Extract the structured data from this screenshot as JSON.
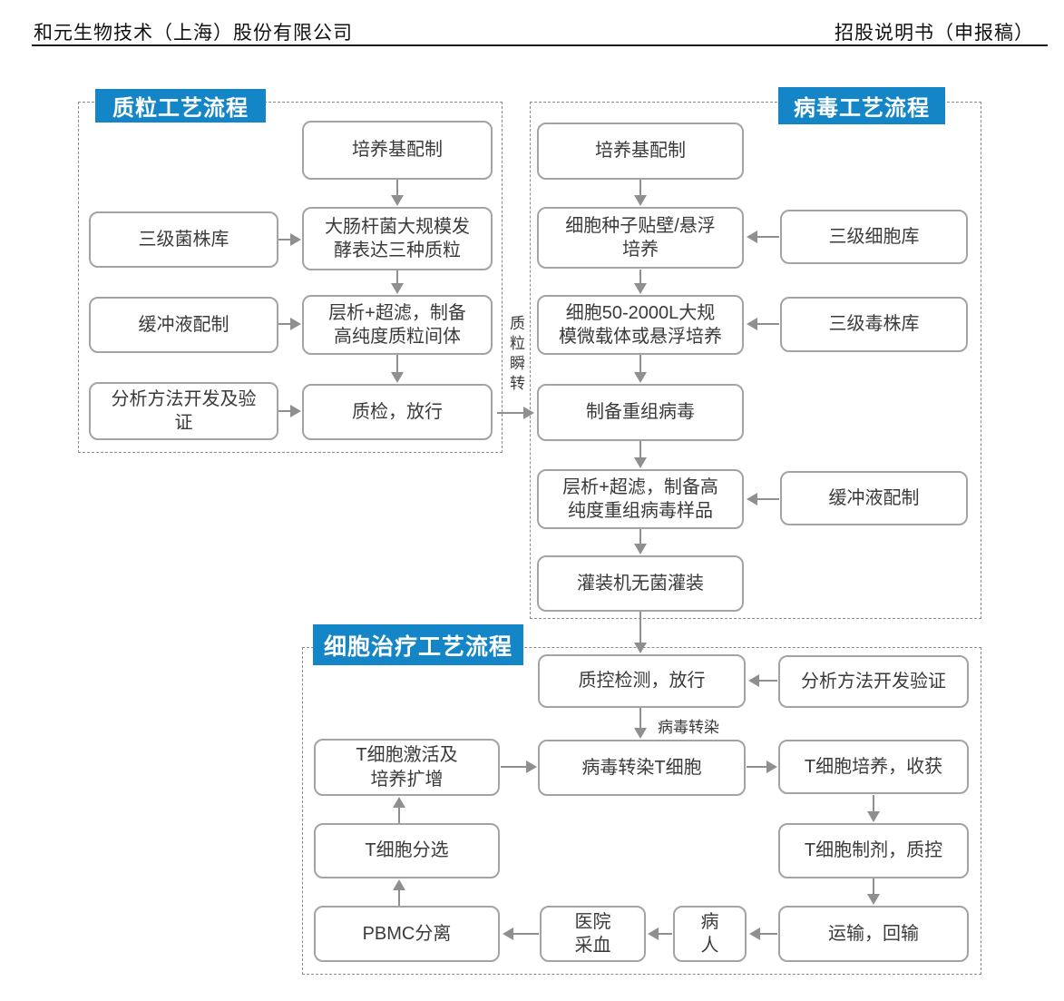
{
  "header": {
    "company": "和元生物技术（上海）股份有限公司",
    "doc_type": "招股说明书（申报稿）"
  },
  "colors": {
    "badge_blue": "#1485c6",
    "box_border": "#a3a3a3",
    "arrow_gray": "#8f8f8f",
    "dashed_border": "#8a8a8a",
    "text": "#3a3a3a"
  },
  "sections": {
    "plasmid": {
      "title": "质粒工艺流程",
      "nodes": {
        "medium_prep": "培养基配制",
        "strain_bank": "三级菌株库",
        "ecoli_ferment": "大肠杆菌大规模发\n酵表达三种质粒",
        "buffer_prep": "缓冲液配制",
        "chrom_uf": "层析+超滤，制备\n高纯度质粒间体",
        "method_validation": "分析方法开发及验\n证",
        "qc_release": "质检，放行"
      }
    },
    "virus": {
      "title": "病毒工艺流程",
      "nodes": {
        "medium_prep": "培养基配制",
        "cell_seed": "细胞种子贴壁/悬浮\n培养",
        "cell_bank": "三级细胞库",
        "large_culture": "细胞50-2000L大规\n模微载体或悬浮培养",
        "virus_bank": "三级毒株库",
        "virus_prep": "制备重组病毒",
        "chrom_uf": "层析+超滤，制备高\n纯度重组病毒样品",
        "buffer_prep": "缓冲液配制",
        "aseptic_fill": "灌装机无菌灌装"
      }
    },
    "cell": {
      "title": "细胞治疗工艺流程",
      "nodes": {
        "qc_release": "质控检测，放行",
        "method_validation": "分析方法开发验证",
        "t_activation": "T细胞激活及\n培养扩增",
        "t_transfect": "病毒转染T细胞",
        "t_culture": "T细胞培养，收获",
        "t_sort": "T细胞分选",
        "t_formulation": "T细胞制剂，质控",
        "pbmc": "PBMC分离",
        "hospital_blood": "医院\n采血",
        "patient": "病\n人",
        "transport": "运输，回输"
      }
    }
  },
  "labels": {
    "plasmid_transient": "质粒瞬转",
    "virus_transfection": "病毒转染"
  }
}
